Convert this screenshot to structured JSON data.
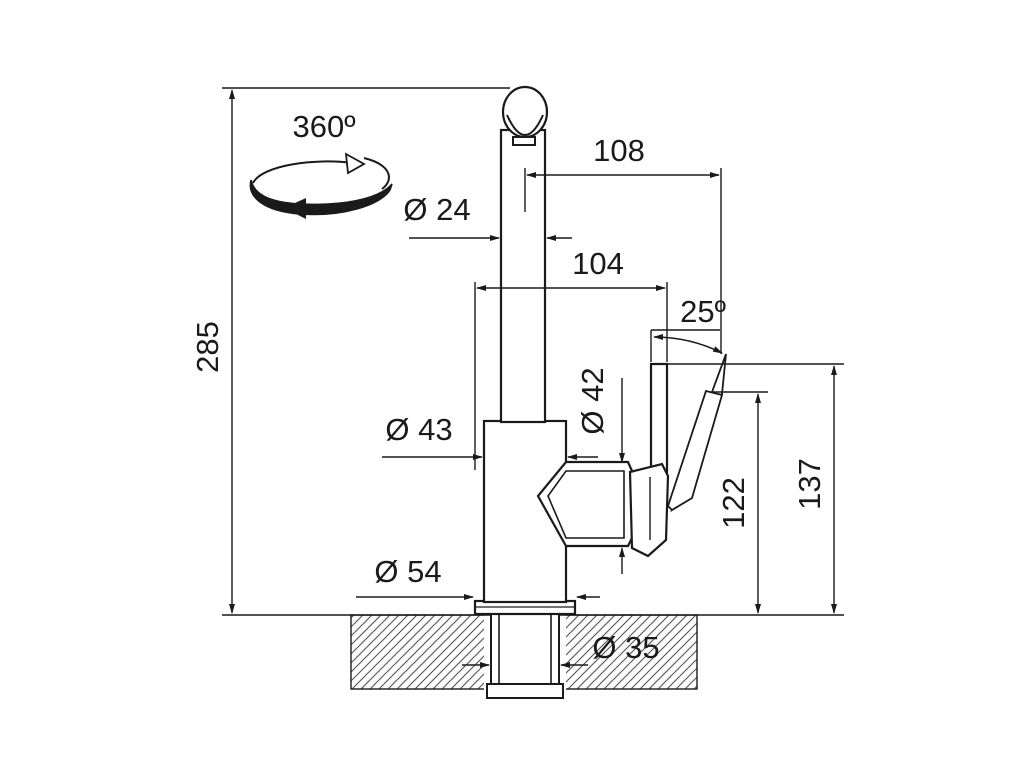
{
  "drawing": {
    "rotation_label": "360º",
    "dim_overall_height": "285",
    "dim_reach_spout": "108",
    "dim_spout_diameter": "Ø 24",
    "dim_reach_body": "104",
    "dim_lever_angle": "25º",
    "dim_lever_diameter": "Ø 42",
    "dim_body_diameter": "Ø 43",
    "dim_lever_height": "122",
    "dim_lever_top_height": "137",
    "dim_base_diameter": "Ø 54",
    "dim_shank_diameter": "Ø 35"
  }
}
